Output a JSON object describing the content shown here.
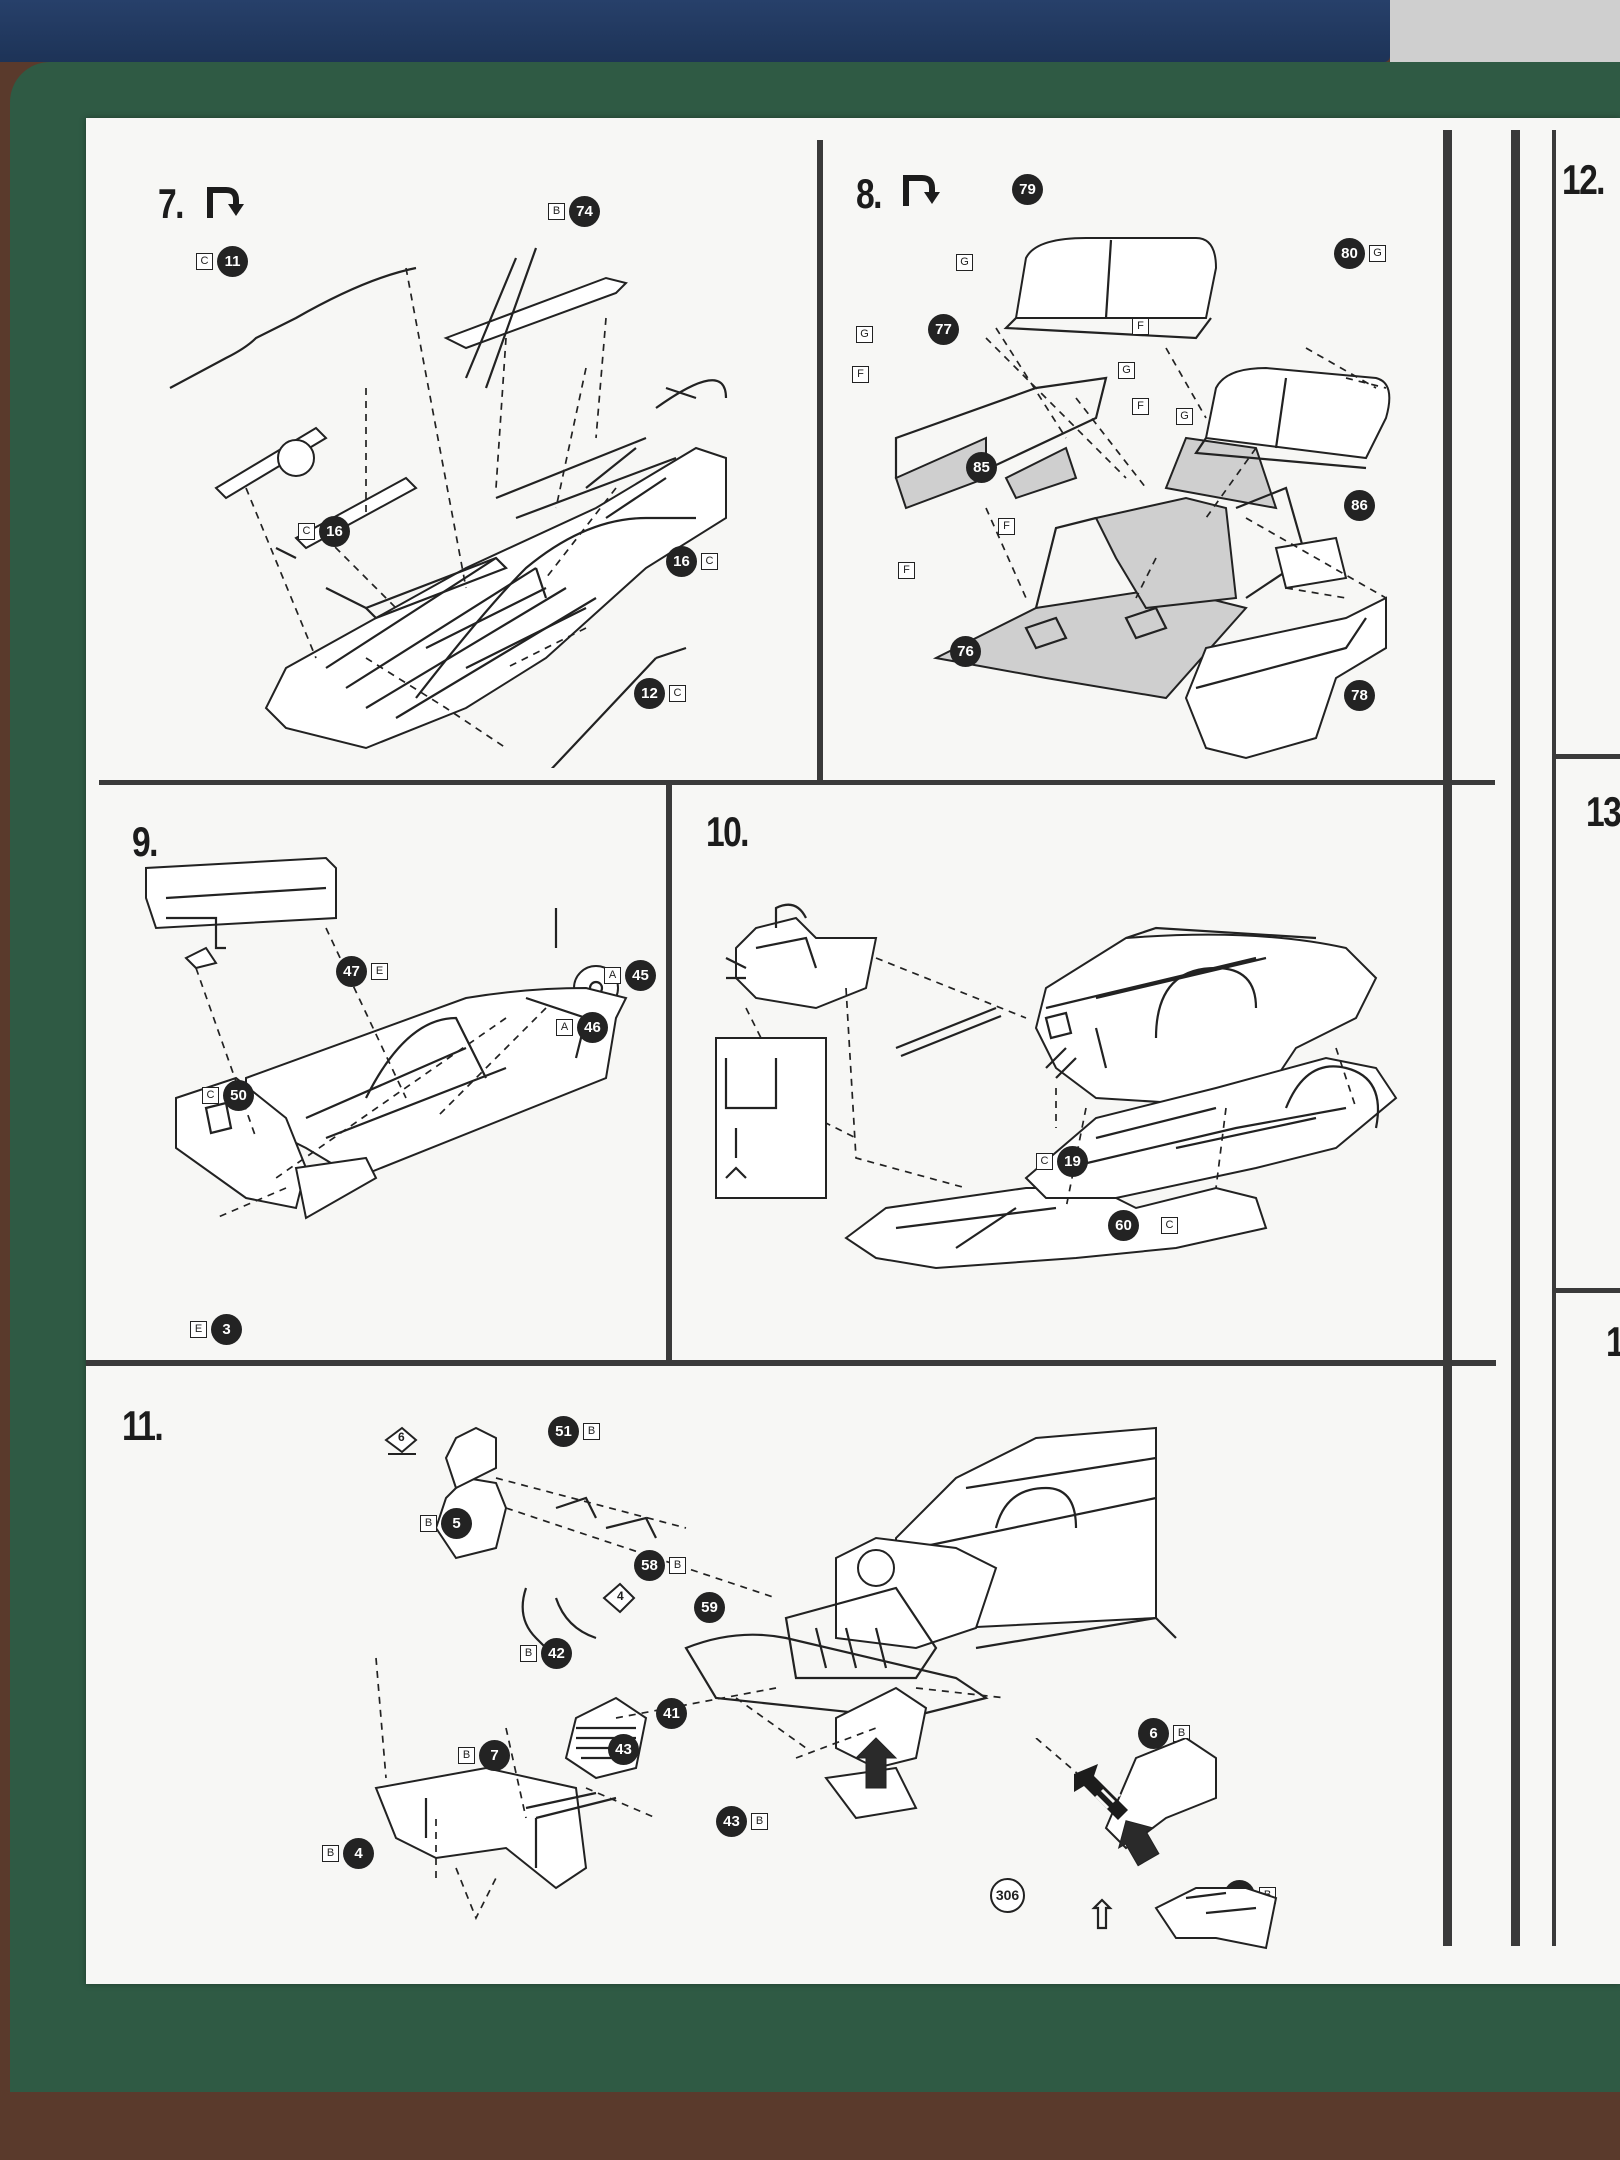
{
  "steps": {
    "s7": {
      "number": "7.",
      "callouts": [
        {
          "letter": "C",
          "num": "11"
        },
        {
          "letter": "B",
          "num": "74"
        },
        {
          "letter": "C",
          "num": "16"
        },
        {
          "letter": "C",
          "num": "16"
        },
        {
          "letter": "C",
          "num": "12"
        }
      ]
    },
    "s8": {
      "number": "8.",
      "callouts": [
        {
          "num": "79"
        },
        {
          "letter": "G",
          "num": "80"
        },
        {
          "num": "77"
        },
        {
          "num": "85"
        },
        {
          "num": "86"
        },
        {
          "num": "76"
        },
        {
          "num": "78"
        }
      ],
      "letters": [
        "G",
        "G",
        "F",
        "G",
        "F",
        "F",
        "G",
        "F",
        "F"
      ]
    },
    "s9": {
      "number": "9.",
      "callouts": [
        {
          "letter": "E",
          "num": "47"
        },
        {
          "letter": "A",
          "num": "45"
        },
        {
          "letter": "A",
          "num": "46"
        },
        {
          "letter": "C",
          "num": "50"
        },
        {
          "letter": "E",
          "num": "3"
        }
      ]
    },
    "s10": {
      "number": "10.",
      "callouts": [
        {
          "letter": "C",
          "num": "19"
        },
        {
          "letter": "C",
          "num": "60"
        }
      ]
    },
    "s11": {
      "number": "11.",
      "callouts": [
        {
          "letter": "B",
          "num": "51"
        },
        {
          "letter": "B",
          "num": "5"
        },
        {
          "letter": "B",
          "num": "58"
        },
        {
          "num": "59"
        },
        {
          "letter": "B",
          "num": "42"
        },
        {
          "num": "41"
        },
        {
          "letter": "B",
          "num": "7"
        },
        {
          "num": "43"
        },
        {
          "letter": "B",
          "num": "43"
        },
        {
          "letter": "B",
          "num": "4"
        },
        {
          "letter": "B",
          "num": "6"
        },
        {
          "letter": "B",
          "num": "6"
        },
        {
          "num": "306"
        }
      ],
      "diamonds": [
        "6",
        "4"
      ]
    },
    "s12": {
      "number": "12."
    },
    "s13": {
      "number": "13"
    },
    "s14": {
      "number": "1"
    }
  },
  "icons": {
    "rotate": "rotate-arrow-icon",
    "push": "push-arrow-icon"
  }
}
